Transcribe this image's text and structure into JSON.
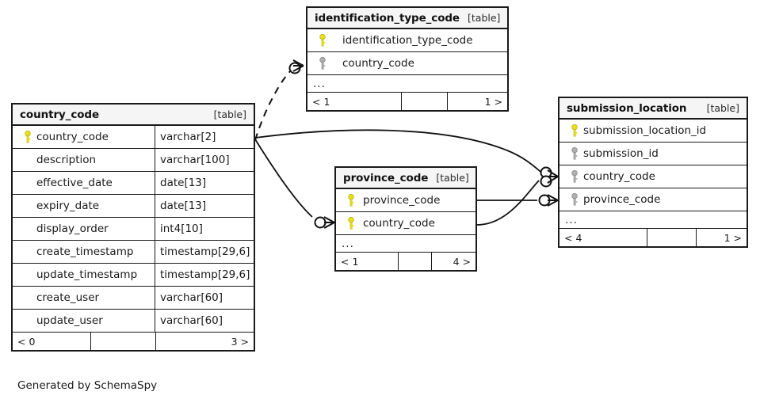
{
  "diagram": {
    "kind_label": "[table]",
    "ellipsis": "...",
    "caption": "Generated by SchemaSpy",
    "colors": {
      "primary_key": "#e8e119",
      "foreign_key": "#a6a6a6",
      "border": "#1a1a1a",
      "header_bg": "#f5f5f5",
      "background": "#ffffff"
    }
  },
  "tables": {
    "country_code": {
      "name": "country_code",
      "kind": "[table]",
      "columns": [
        {
          "key": "primary-key-icon",
          "name": "country_code",
          "type": "varchar[2]"
        },
        {
          "key": "none",
          "name": "description",
          "type": "varchar[100]"
        },
        {
          "key": "none",
          "name": "effective_date",
          "type": "date[13]"
        },
        {
          "key": "none",
          "name": "expiry_date",
          "type": "date[13]"
        },
        {
          "key": "none",
          "name": "display_order",
          "type": "int4[10]"
        },
        {
          "key": "none",
          "name": "create_timestamp",
          "type": "timestamp[29,6]"
        },
        {
          "key": "none",
          "name": "update_timestamp",
          "type": "timestamp[29,6]"
        },
        {
          "key": "none",
          "name": "create_user",
          "type": "varchar[60]"
        },
        {
          "key": "none",
          "name": "update_user",
          "type": "varchar[60]"
        }
      ],
      "footer": {
        "left": "< 0",
        "middle": "",
        "right": "3 >"
      }
    },
    "identification_type_code": {
      "name": "identification_type_code",
      "kind": "[table]",
      "columns": [
        {
          "key": "primary-key-icon",
          "name": "identification_type_code"
        },
        {
          "key": "foreign-key-icon",
          "name": "country_code"
        }
      ],
      "more": "...",
      "footer": {
        "left": "< 1",
        "middle": "",
        "right": "1 >"
      }
    },
    "province_code": {
      "name": "province_code",
      "kind": "[table]",
      "columns": [
        {
          "key": "primary-key-icon",
          "name": "province_code"
        },
        {
          "key": "primary-key-icon",
          "name": "country_code"
        }
      ],
      "more": "...",
      "footer": {
        "left": "< 1",
        "middle": "",
        "right": "4 >"
      }
    },
    "submission_location": {
      "name": "submission_location",
      "kind": "[table]",
      "columns": [
        {
          "key": "primary-key-icon",
          "name": "submission_location_id"
        },
        {
          "key": "foreign-key-icon",
          "name": "submission_id"
        },
        {
          "key": "foreign-key-icon",
          "name": "country_code"
        },
        {
          "key": "foreign-key-icon",
          "name": "province_code"
        }
      ],
      "more": "...",
      "footer": {
        "left": "< 4",
        "middle": "",
        "right": "1 >"
      }
    }
  },
  "relationships": [
    {
      "from": "country_code.country_code",
      "to": "identification_type_code.country_code",
      "style": "dashed",
      "cardinality": "zero-or-many"
    },
    {
      "from": "country_code.country_code",
      "to": "province_code.country_code",
      "style": "solid",
      "cardinality": "zero-or-many"
    },
    {
      "from": "country_code.country_code",
      "to": "submission_location.country_code",
      "style": "solid",
      "cardinality": "zero-or-many"
    },
    {
      "from": "province_code.province_code",
      "to": "submission_location.province_code",
      "style": "solid",
      "cardinality": "zero-or-many"
    },
    {
      "from": "province_code.country_code",
      "to": "submission_location.country_code",
      "style": "solid",
      "cardinality": "zero-or-many"
    }
  ]
}
